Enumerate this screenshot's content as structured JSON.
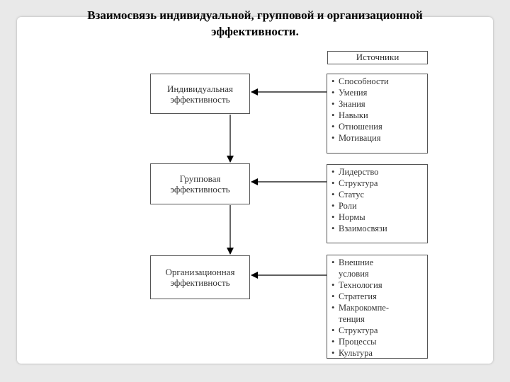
{
  "title": {
    "line1": "Взаимосвязь индивидуальной, групповой и организационной",
    "line2": "эффективности."
  },
  "sources_header": "Источники",
  "levels": [
    {
      "line1": "Индивидуальная",
      "line2": "эффективность"
    },
    {
      "line1": "Групповая",
      "line2": "эффективность"
    },
    {
      "line1": "Организационная",
      "line2": "эффективность"
    }
  ],
  "sources": [
    [
      "Способности",
      "Умения",
      "Знания",
      "Навыки",
      "Отношения",
      "Мотивация"
    ],
    [
      "Лидерство",
      "Структура",
      "Статус",
      "Роли",
      "Нормы",
      "Взаимосвязи"
    ],
    [
      "Внешние\nусловия",
      "Технология",
      "Стратегия",
      " Макрокомпе-\nтенция",
      "Структура",
      "Процессы",
      "Культура"
    ]
  ]
}
